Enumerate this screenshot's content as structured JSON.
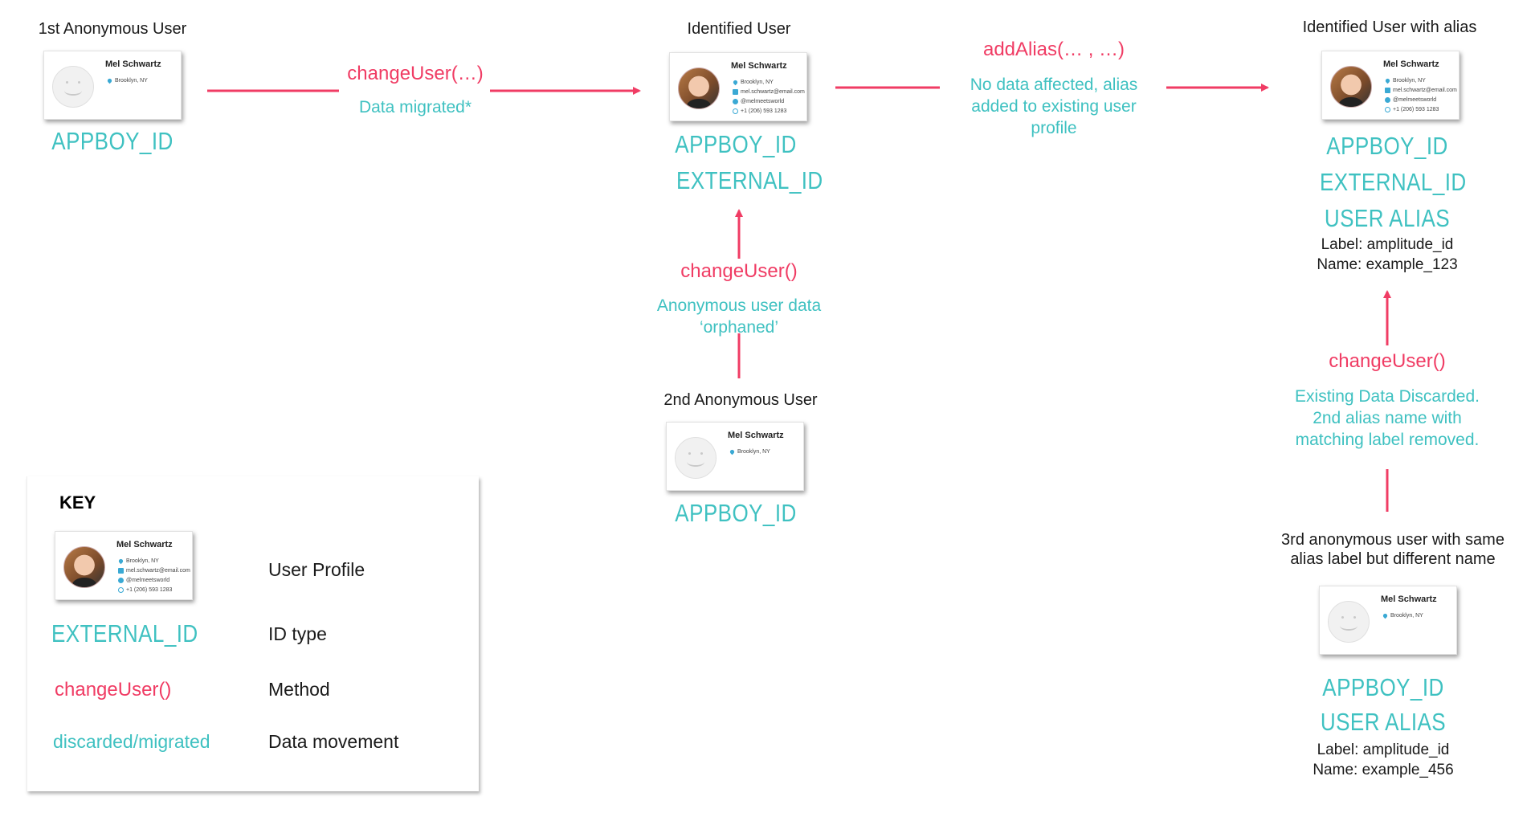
{
  "colors": {
    "method": "#f03c64",
    "id_type": "#3fc1c1",
    "arrow": "#f03c64"
  },
  "profile_card": {
    "name": "Mel Schwartz",
    "location": "Brooklyn, NY",
    "email": "mel.schwartz@email.com",
    "twitter": "@melmeetsworld",
    "phone": "+1 (206) 593 1283"
  },
  "nodes": {
    "anon1": {
      "caption": "1st Anonymous User",
      "ids": [
        "APPBOY_ID"
      ]
    },
    "identified": {
      "caption": "Identified User",
      "ids": [
        "APPBOY_ID",
        "EXTERNAL_ID"
      ]
    },
    "identified_alias": {
      "caption": "Identified User with alias",
      "ids": [
        "APPBOY_ID",
        "EXTERNAL_ID",
        "USER ALIAS"
      ],
      "label_line": "Label: amplitude_id",
      "name_line": "Name: example_123"
    },
    "anon2": {
      "caption": "2nd Anonymous User",
      "ids": [
        "APPBOY_ID"
      ]
    },
    "anon3": {
      "caption": "3rd anonymous user with same alias label but different name",
      "ids": [
        "APPBOY_ID",
        "USER ALIAS"
      ],
      "label_line": "Label: amplitude_id",
      "name_line": "Name: example_456"
    }
  },
  "edges": {
    "e1": {
      "method": "changeUser(…)",
      "movement": "Data migrated*"
    },
    "e2": {
      "method": "addAlias(… , …)",
      "movement": "No data affected, alias added to existing user profile"
    },
    "e3": {
      "method": "changeUser()",
      "movement": "Anonymous user data ‘orphaned’"
    },
    "e4": {
      "method": "changeUser()",
      "movement": "Existing Data Discarded. 2nd alias name with matching label removed."
    }
  },
  "key": {
    "title": "KEY",
    "items": [
      {
        "sample": "",
        "description": "User Profile"
      },
      {
        "sample": "EXTERNAL_ID",
        "description": "ID type"
      },
      {
        "sample": "changeUser()",
        "description": "Method"
      },
      {
        "sample": "discarded/migrated",
        "description": "Data movement"
      }
    ]
  }
}
